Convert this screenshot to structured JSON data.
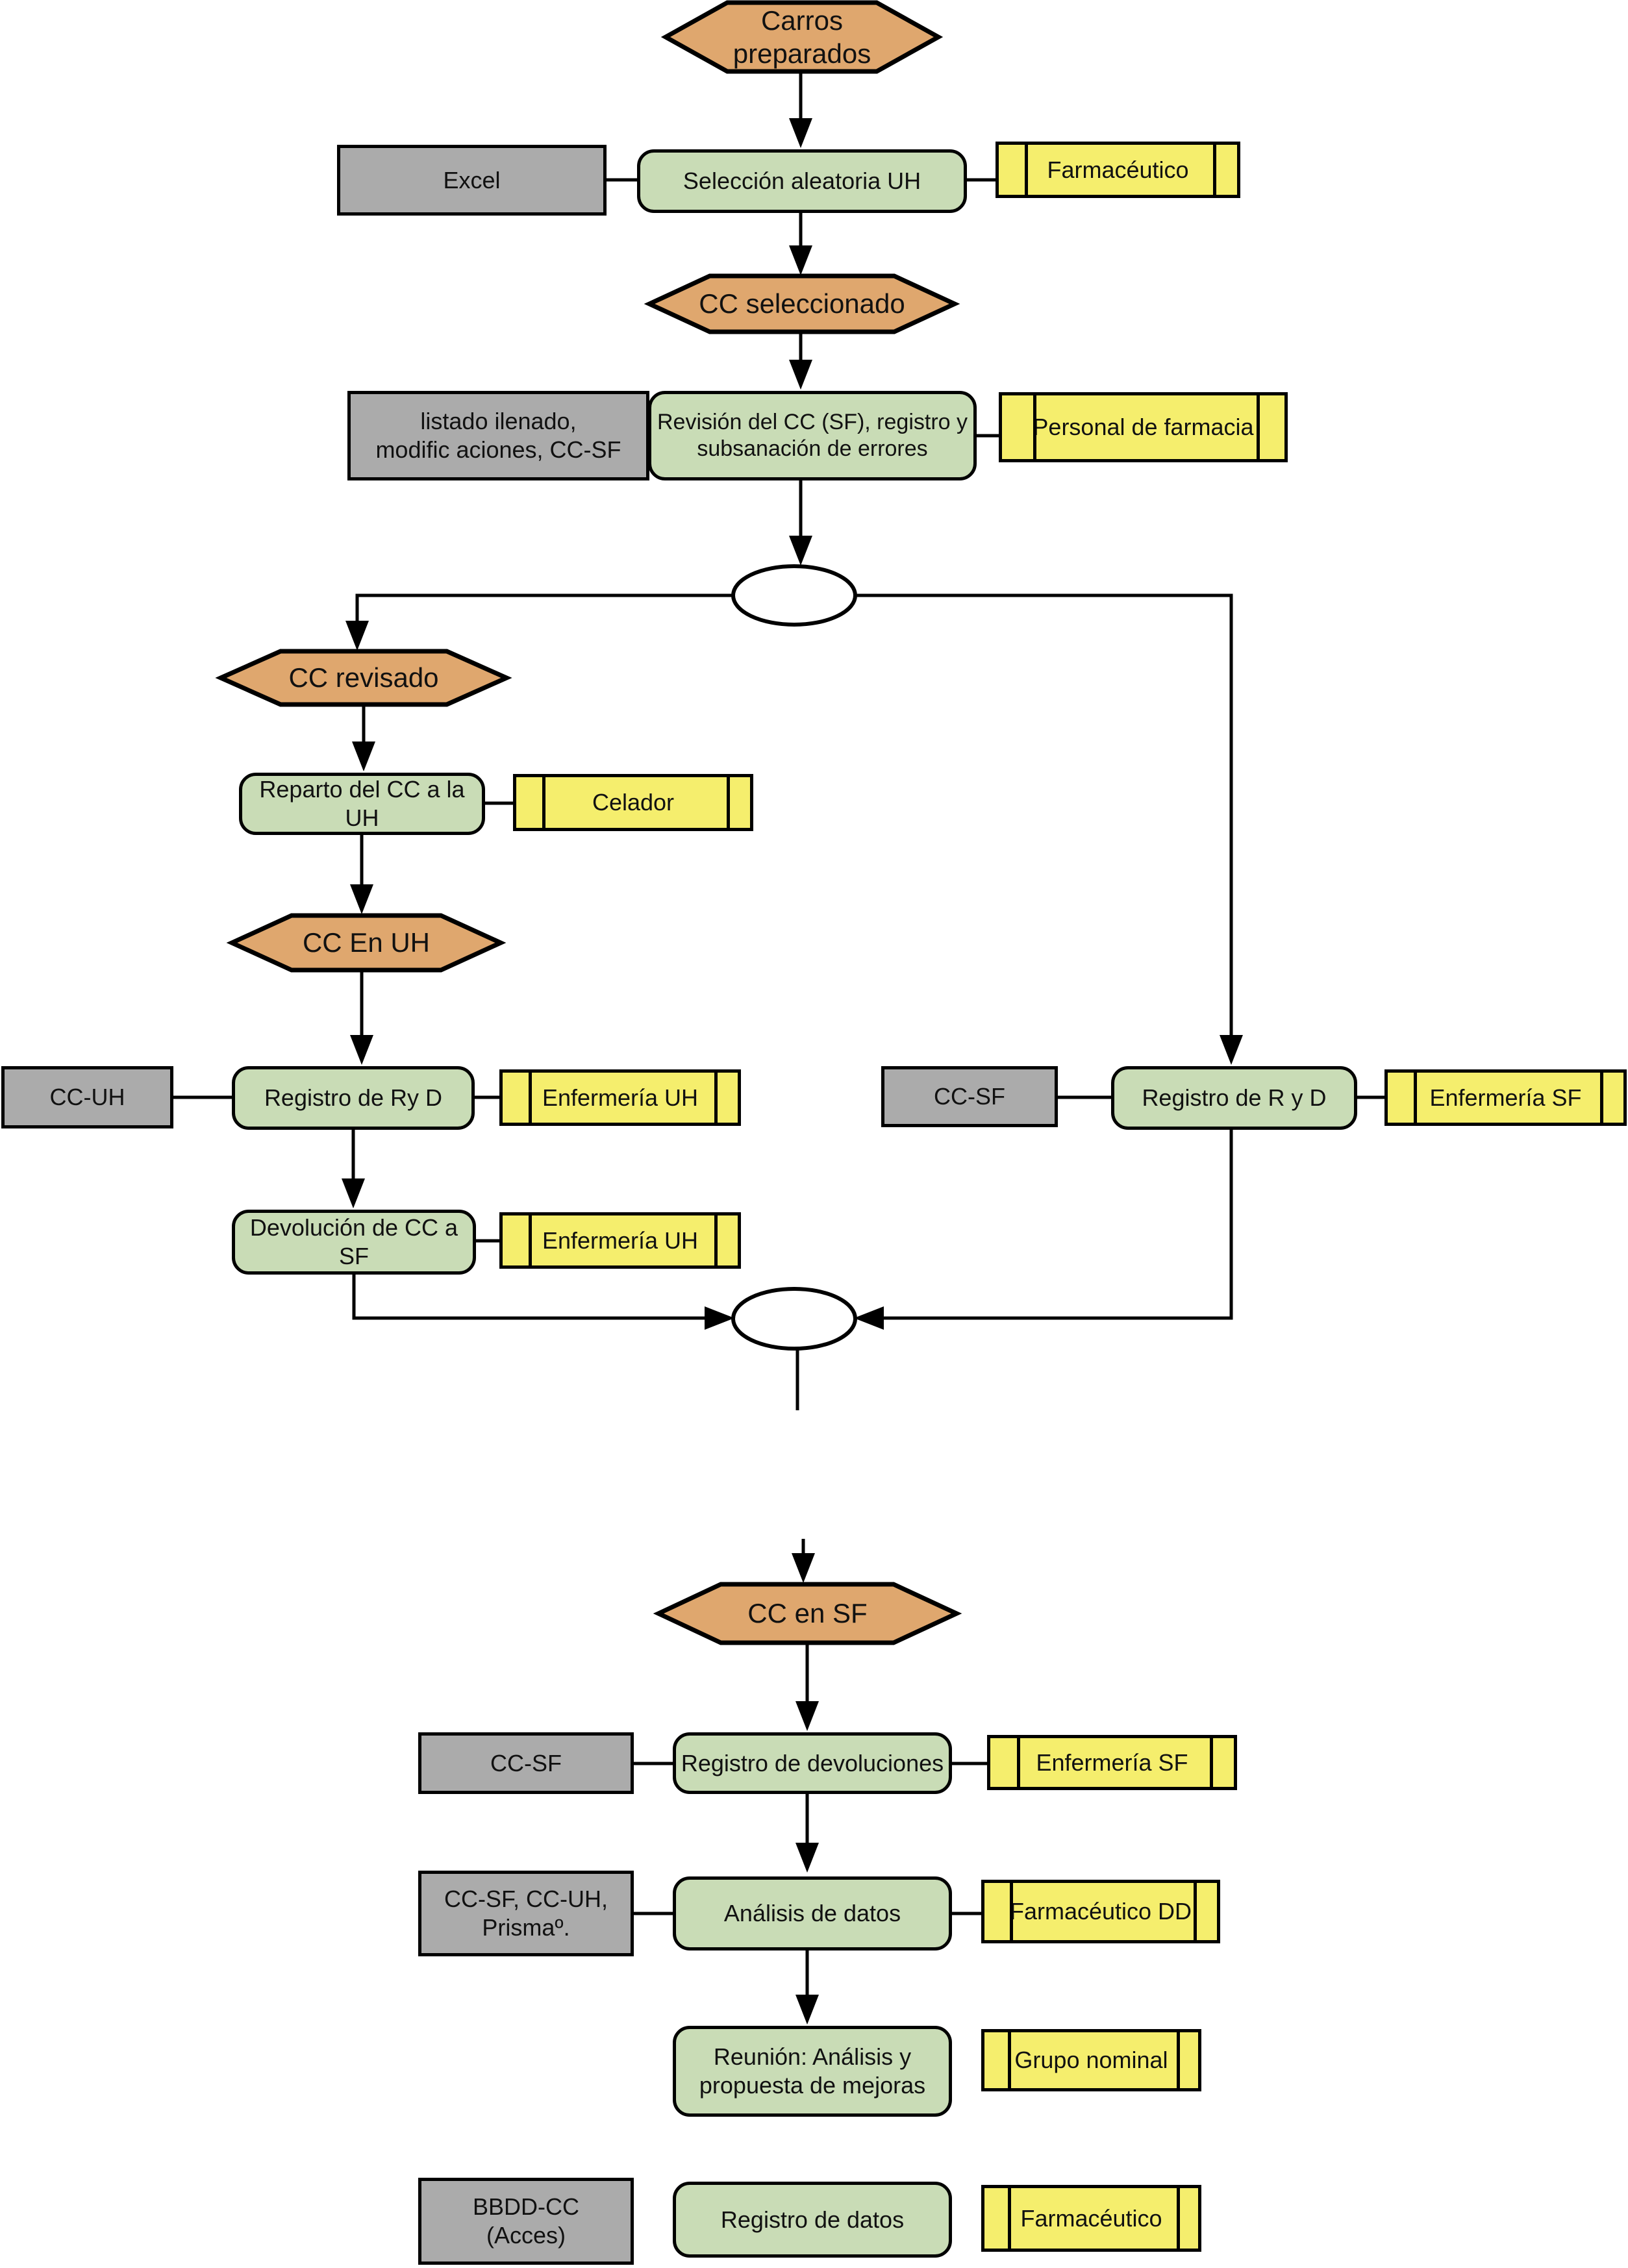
{
  "colors": {
    "state_fill": "#dfa76e",
    "process_fill": "#c9dcb6",
    "role_fill": "#f5ee6d",
    "doc_fill": "#ababab",
    "border": "#000000",
    "background": "#ffffff"
  },
  "nodes": {
    "states": {
      "carros_preparados": "Carros\npreparados",
      "cc_seleccionado": "CC seleccionado",
      "cc_revisado": "CC revisado",
      "cc_en_uh": "CC En UH",
      "cc_en_sf": "CC en SF"
    },
    "processes": {
      "seleccion_aleatoria": "Selección aleatoria UH",
      "revision_cc": "Revisión del CC (SF), registro y\nsubsanación de errores",
      "reparto_cc": "Reparto del CC a la UH",
      "registro_ryd_uh": "Registro de Ry D",
      "registro_ryd_sf": "Registro de R y D",
      "devolucion_cc": "Devolución de CC a SF",
      "registro_devoluciones": "Registro de devoluciones",
      "analisis_datos": "Análisis de datos",
      "reunion_mejoras": "Reunión: Análisis y\npropuesta de mejoras",
      "registro_datos": "Registro de datos"
    },
    "documents": {
      "excel": "Excel",
      "listado_modificaciones": "listado ilenado,\nmodific aciones, CC-SF",
      "cc_uh": "CC-UH",
      "cc_sf_right": "CC-SF",
      "cc_sf_dev": "CC-SF",
      "cc_sf_cc_uh_prisma": "CC-SF, CC-UH,\nPrismaº.",
      "bbdd_cc": "BBDD-CC\n(Acces)"
    },
    "roles": {
      "farmaceutico_top": "Farmacéutico",
      "personal_farmacia": "Personal de farmacia",
      "celador": "Celador",
      "enfermeria_uh_1": "Enfermería UH",
      "enfermeria_sf_1": "Enfermería SF",
      "enfermeria_uh_2": "Enfermería UH",
      "enfermeria_sf_2": "Enfermería SF",
      "farmaceutico_dd": "Farmacéutico DD",
      "grupo_nominal": "Grupo nominal",
      "farmaceutico_bottom": "Farmacéutico"
    }
  }
}
